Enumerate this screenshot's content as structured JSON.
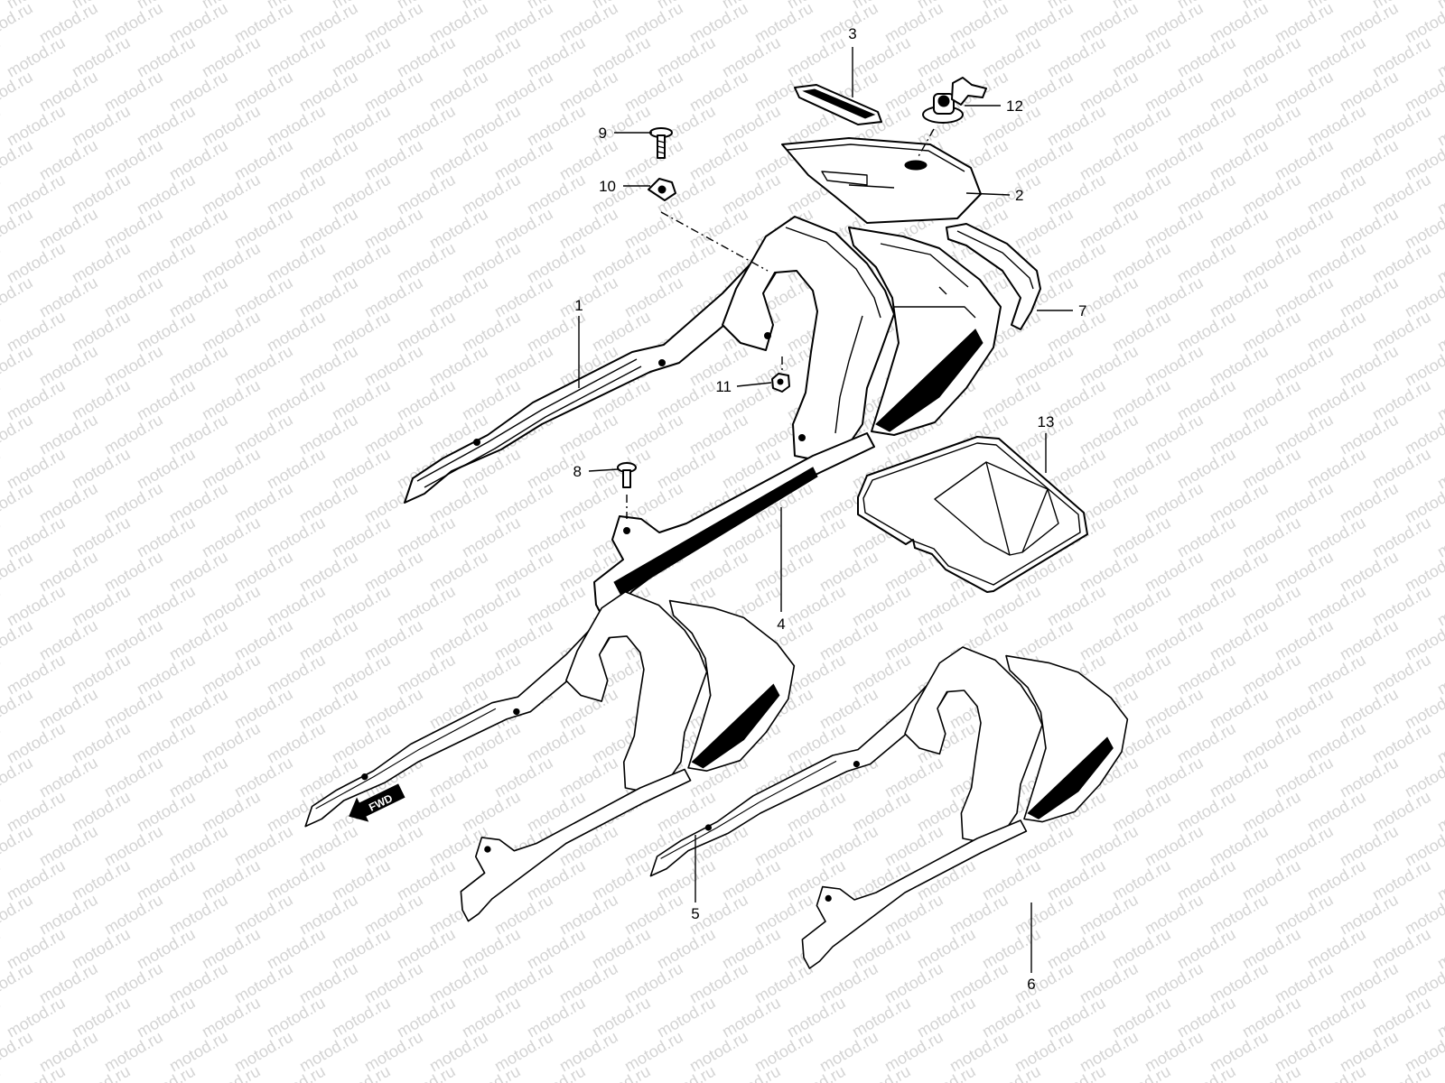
{
  "watermark": {
    "text": "motod.ru",
    "color": "#d4d4d4"
  },
  "ink_color": "#000000",
  "direction_arrow": {
    "label": "FWD",
    "icon": "fwd-arrow-icon"
  },
  "callouts": {
    "c1": "1",
    "c2": "2",
    "c3": "3",
    "c4": "4",
    "c5": "5",
    "c6": "6",
    "c7": "7",
    "c8": "8",
    "c9": "9",
    "c10": "10",
    "c11": "11",
    "c12": "12",
    "c13": "13"
  }
}
